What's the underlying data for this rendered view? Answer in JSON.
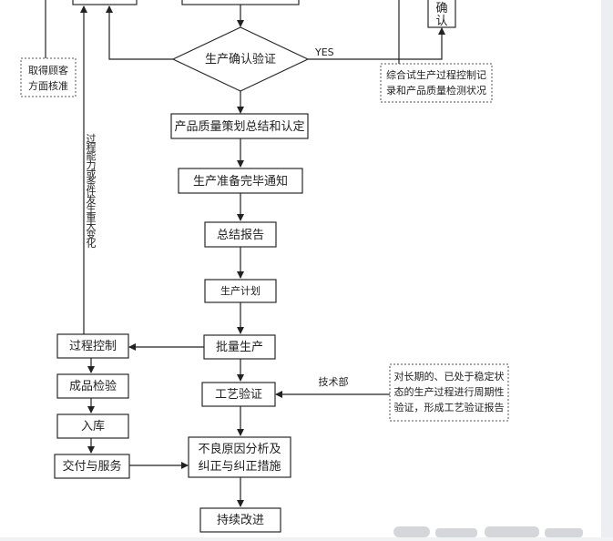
{
  "nodes": {
    "confirm": "确\n认",
    "get_customer": "取得顾客\n方面核准",
    "production_verify": "生产确认验证",
    "yes": "YES",
    "comprehensive": "综合试生产过程控制记\n录和产品质量检测状况",
    "quality_plan": "产品质量策划总结和认定",
    "prod_ready": "生产准备完毕通知",
    "summary": "总结报告",
    "prod_plan": "生产计划",
    "side_vertical": "过\n程\n能\n力\n或\n条\n件\n发\n生\n重\n大\n变\n化",
    "process_control": "过程控制",
    "mass_prod": "批量生产",
    "inspection": "成品检验",
    "craft_verify": "工艺验证",
    "tech_dept": "技术部",
    "periodic_verify": "对长期的、已处于稳定状\n态的生产过程进行周期性\n验证，形成工艺验证报告",
    "warehouse": "入库",
    "delivery": "交付与服务",
    "root_cause": "不良原因分析及\n纠正与纠正措施",
    "continuous": "持续改进"
  }
}
